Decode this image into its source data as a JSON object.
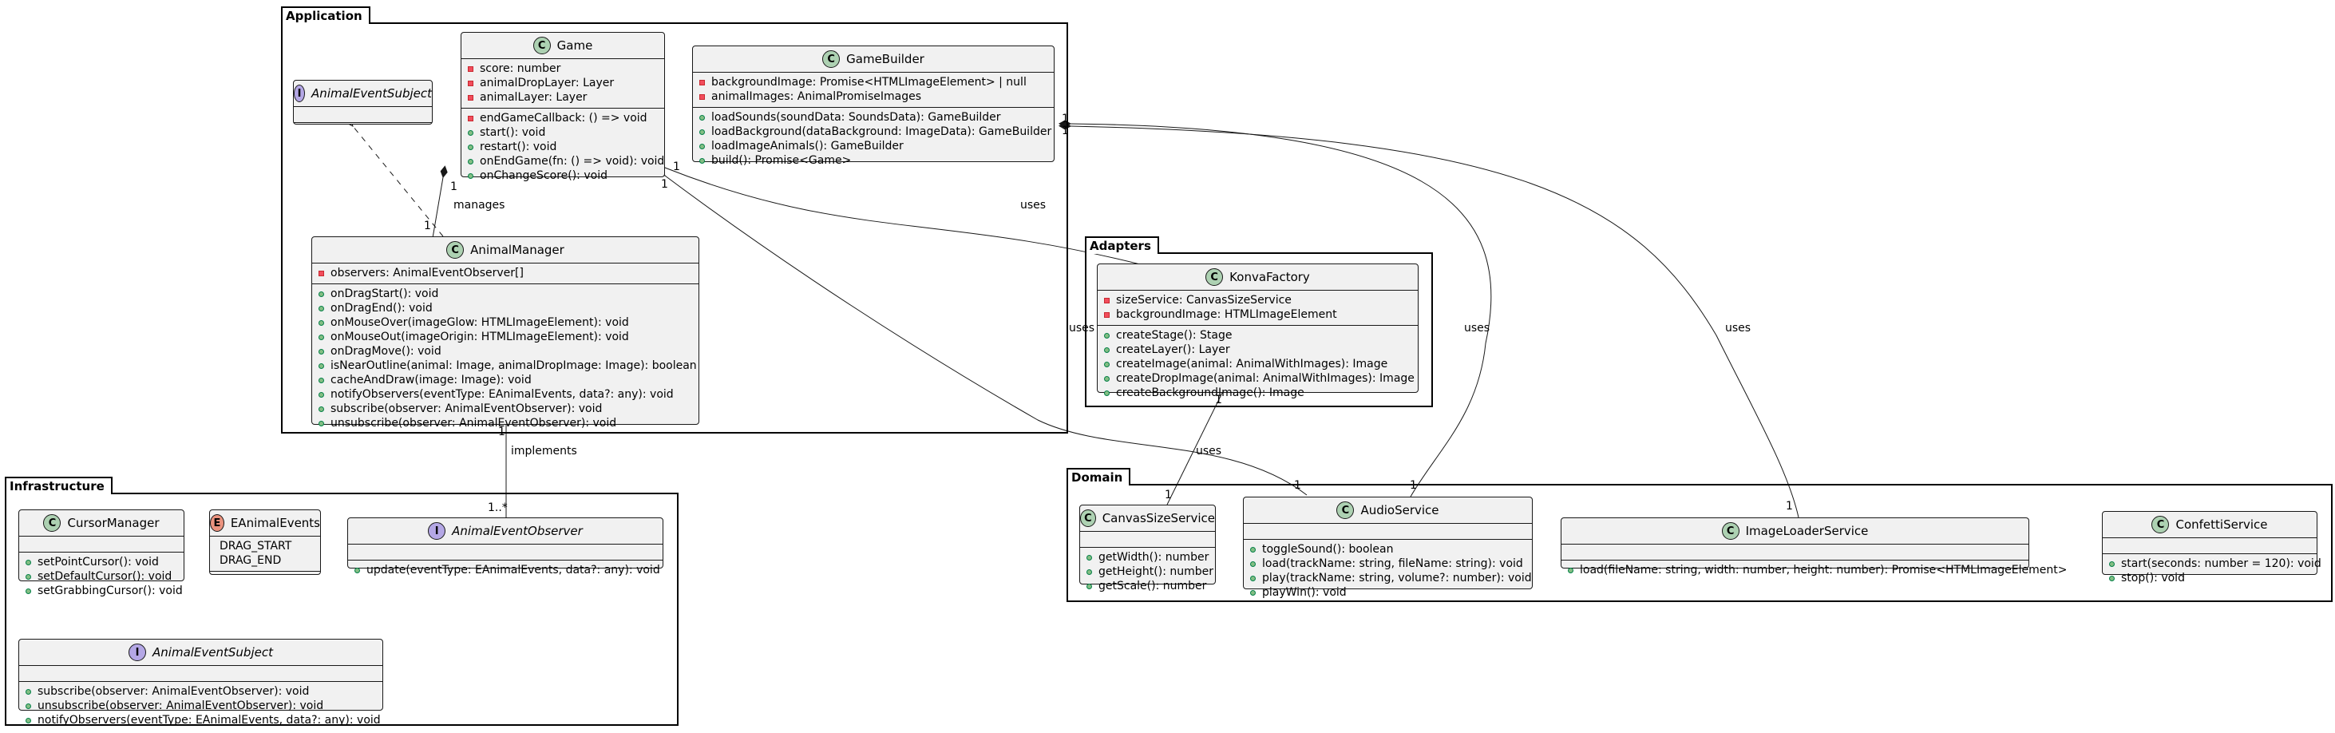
{
  "packages": {
    "application": "Application",
    "adapters": "Adapters",
    "infrastructure": "Infrastructure",
    "domain": "Domain"
  },
  "stereotype_letters": {
    "class": "C",
    "interface": "I",
    "enum": "E"
  },
  "classes": {
    "app_subject": {
      "name": "AnimalEventSubject",
      "kind": "interface"
    },
    "game": {
      "name": "Game",
      "fields": [
        "score: number",
        "animalDropLayer: Layer",
        "animalLayer: Layer"
      ],
      "methods": [
        "endGameCallback: () => void",
        "start(): void",
        "restart(): void",
        "onEndGame(fn: () => void): void",
        "onChangeScore(): void"
      ]
    },
    "game_builder": {
      "name": "GameBuilder",
      "fields": [
        "backgroundImage: Promise<HTMLImageElement> | null",
        "animalImages: AnimalPromiseImages"
      ],
      "methods": [
        "loadSounds(soundData: SoundsData): GameBuilder",
        "loadBackground(dataBackground: ImageData): GameBuilder",
        "loadImageAnimals(): GameBuilder",
        "build(): Promise<Game>"
      ]
    },
    "animal_manager": {
      "name": "AnimalManager",
      "fields": [
        "observers: AnimalEventObserver[]"
      ],
      "methods": [
        "onDragStart(): void",
        "onDragEnd(): void",
        "onMouseOver(imageGlow: HTMLImageElement): void",
        "onMouseOut(imageOrigin: HTMLImageElement): void",
        "onDragMove(): void",
        "isNearOutline(animal: Image, animalDropImage: Image): boolean",
        "cacheAndDraw(image: Image): void",
        "notifyObservers(eventType: EAnimalEvents, data?: any): void",
        "subscribe(observer: AnimalEventObserver): void",
        "unsubscribe(observer: AnimalEventObserver): void"
      ]
    },
    "konva_factory": {
      "name": "KonvaFactory",
      "fields": [
        "sizeService: CanvasSizeService",
        "backgroundImage: HTMLImageElement"
      ],
      "methods": [
        "createStage(): Stage",
        "createLayer(): Layer",
        "createImage(animal: AnimalWithImages): Image",
        "createDropImage(animal: AnimalWithImages): Image",
        "createBackgroundImage(): Image"
      ]
    },
    "cursor_manager": {
      "name": "CursorManager",
      "methods": [
        "setPointCursor(): void",
        "setDefaultCursor(): void",
        "setGrabbingCursor(): void"
      ]
    },
    "e_animal_events": {
      "name": "EAnimalEvents",
      "literals": [
        "DRAG_START",
        "DRAG_END"
      ]
    },
    "animal_event_observer": {
      "name": "AnimalEventObserver",
      "methods": [
        "update(eventType: EAnimalEvents, data?: any): void"
      ]
    },
    "infra_subject": {
      "name": "AnimalEventSubject",
      "methods": [
        "subscribe(observer: AnimalEventObserver): void",
        "unsubscribe(observer: AnimalEventObserver): void",
        "notifyObservers(eventType: EAnimalEvents, data?: any): void"
      ]
    },
    "canvas_size_service": {
      "name": "CanvasSizeService",
      "methods": [
        "getWidth(): number",
        "getHeight(): number",
        "getScale(): number"
      ]
    },
    "audio_service": {
      "name": "AudioService",
      "methods": [
        "toggleSound(): boolean",
        "load(trackName: string, fileName: string): void",
        "play(trackName: string, volume?: number): void",
        "playWin(): void"
      ]
    },
    "image_loader_service": {
      "name": "ImageLoaderService",
      "methods": [
        "load(fileName: string, width: number, height: number): Promise<HTMLImageElement>"
      ]
    },
    "confetti_service": {
      "name": "ConfettiService",
      "methods": [
        "start(seconds: number = 120): void",
        "stop(): void"
      ]
    }
  },
  "relations": {
    "manages": {
      "label": "manages",
      "from_mult": "1",
      "to_mult": "1"
    },
    "implements": {
      "label": "implements",
      "from_mult": "1",
      "to_mult": "1..*"
    },
    "game_konva": {
      "label": "uses",
      "from_mult": "1"
    },
    "game_audio": {
      "label": "uses",
      "from_mult": "1",
      "to_mult": "1"
    },
    "builder_audio": {
      "label": "uses",
      "from_mult": "1",
      "to_mult": "1"
    },
    "builder_loader": {
      "label": "uses",
      "from_mult": "1",
      "to_mult": "1"
    },
    "konva_canvas": {
      "label": "uses",
      "from_mult": "1",
      "to_mult": "1"
    }
  },
  "colors": {
    "class_fill": "#f1f1f1",
    "class_stereotype": "#add1b2",
    "interface_stereotype": "#b4a7e5",
    "enum_stereotype": "#eb937f",
    "public_marker": "#84be84",
    "private_marker": "#f24d5c"
  }
}
